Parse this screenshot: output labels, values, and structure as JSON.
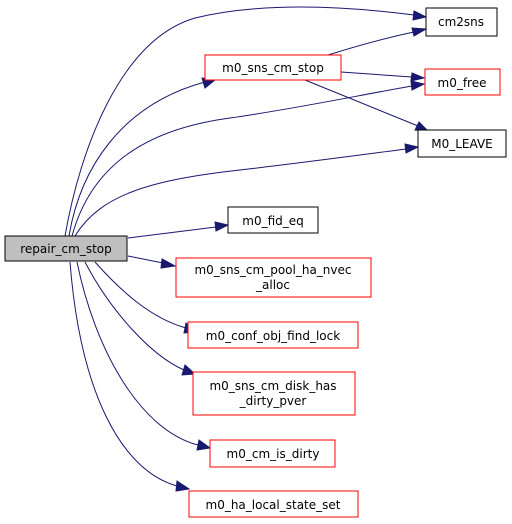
{
  "diagram": {
    "nodes": {
      "repair_cm_stop": {
        "label": "repair_cm_stop"
      },
      "cm2sns": {
        "label": "cm2sns"
      },
      "m0_sns_cm_stop": {
        "label": "m0_sns_cm_stop"
      },
      "m0_free": {
        "label": "m0_free"
      },
      "M0_LEAVE": {
        "label": "M0_LEAVE"
      },
      "m0_fid_eq": {
        "label": "m0_fid_eq"
      },
      "m0_sns_cm_pool_ha_nvec_alloc": {
        "line1": "m0_sns_cm_pool_ha_nvec",
        "line2": "_alloc"
      },
      "m0_conf_obj_find_lock": {
        "label": "m0_conf_obj_find_lock"
      },
      "m0_sns_cm_disk_has_dirty_pver": {
        "line1": "m0_sns_cm_disk_has",
        "line2": "_dirty_pver"
      },
      "m0_cm_is_dirty": {
        "label": "m0_cm_is_dirty"
      },
      "m0_ha_local_state_set": {
        "label": "m0_ha_local_state_set"
      }
    },
    "colors": {
      "edge": "#191970",
      "root_fill": "#bfbfbf",
      "red_border": "#ff0000",
      "black_border": "#000000"
    }
  }
}
